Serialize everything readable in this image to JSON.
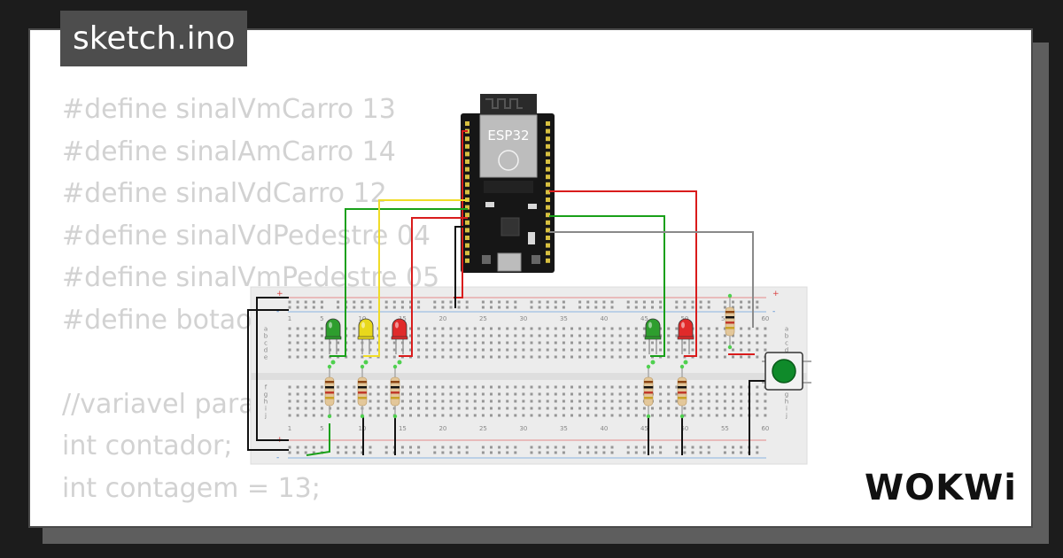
{
  "project": {
    "filename": "sketch.ino"
  },
  "code_lines": [
    "#define sinalVmCarro 13",
    "#define sinalAmCarro 14",
    "#define sinalVdCarro 12",
    "#define sinalVdPedestre 04",
    "#define sinalVmPedestre 05",
    "#define botao",
    "",
    "//variavel para",
    "int contador;",
    "int contagem = 13;"
  ],
  "board": {
    "label": "ESP32"
  },
  "breadboard": {
    "column_numbers": [
      "1",
      "5",
      "10",
      "15",
      "20",
      "25",
      "30",
      "35",
      "40",
      "45",
      "50",
      "55",
      "60"
    ],
    "row_letters_top": [
      "a",
      "b",
      "c",
      "d",
      "e"
    ],
    "row_letters_bottom": [
      "f",
      "g",
      "h",
      "i",
      "j"
    ],
    "rail_symbols": [
      "+",
      "-"
    ]
  },
  "components": {
    "leds": [
      {
        "color": "#2e9e2e",
        "role": "car-green"
      },
      {
        "color": "#e8d81c",
        "role": "car-yellow"
      },
      {
        "color": "#e02a2a",
        "role": "car-red"
      },
      {
        "color": "#2e9e2e",
        "role": "pedestrian-green"
      },
      {
        "color": "#e02a2a",
        "role": "pedestrian-red"
      }
    ],
    "button_color": "#0f8a2a"
  },
  "wire_colors": {
    "red": "#d91c1c",
    "green": "#19a019",
    "yellow": "#f0dc28",
    "gray": "#8a8a8a",
    "black": "#111111"
  },
  "brand": {
    "logo_text": "WOKWi"
  }
}
